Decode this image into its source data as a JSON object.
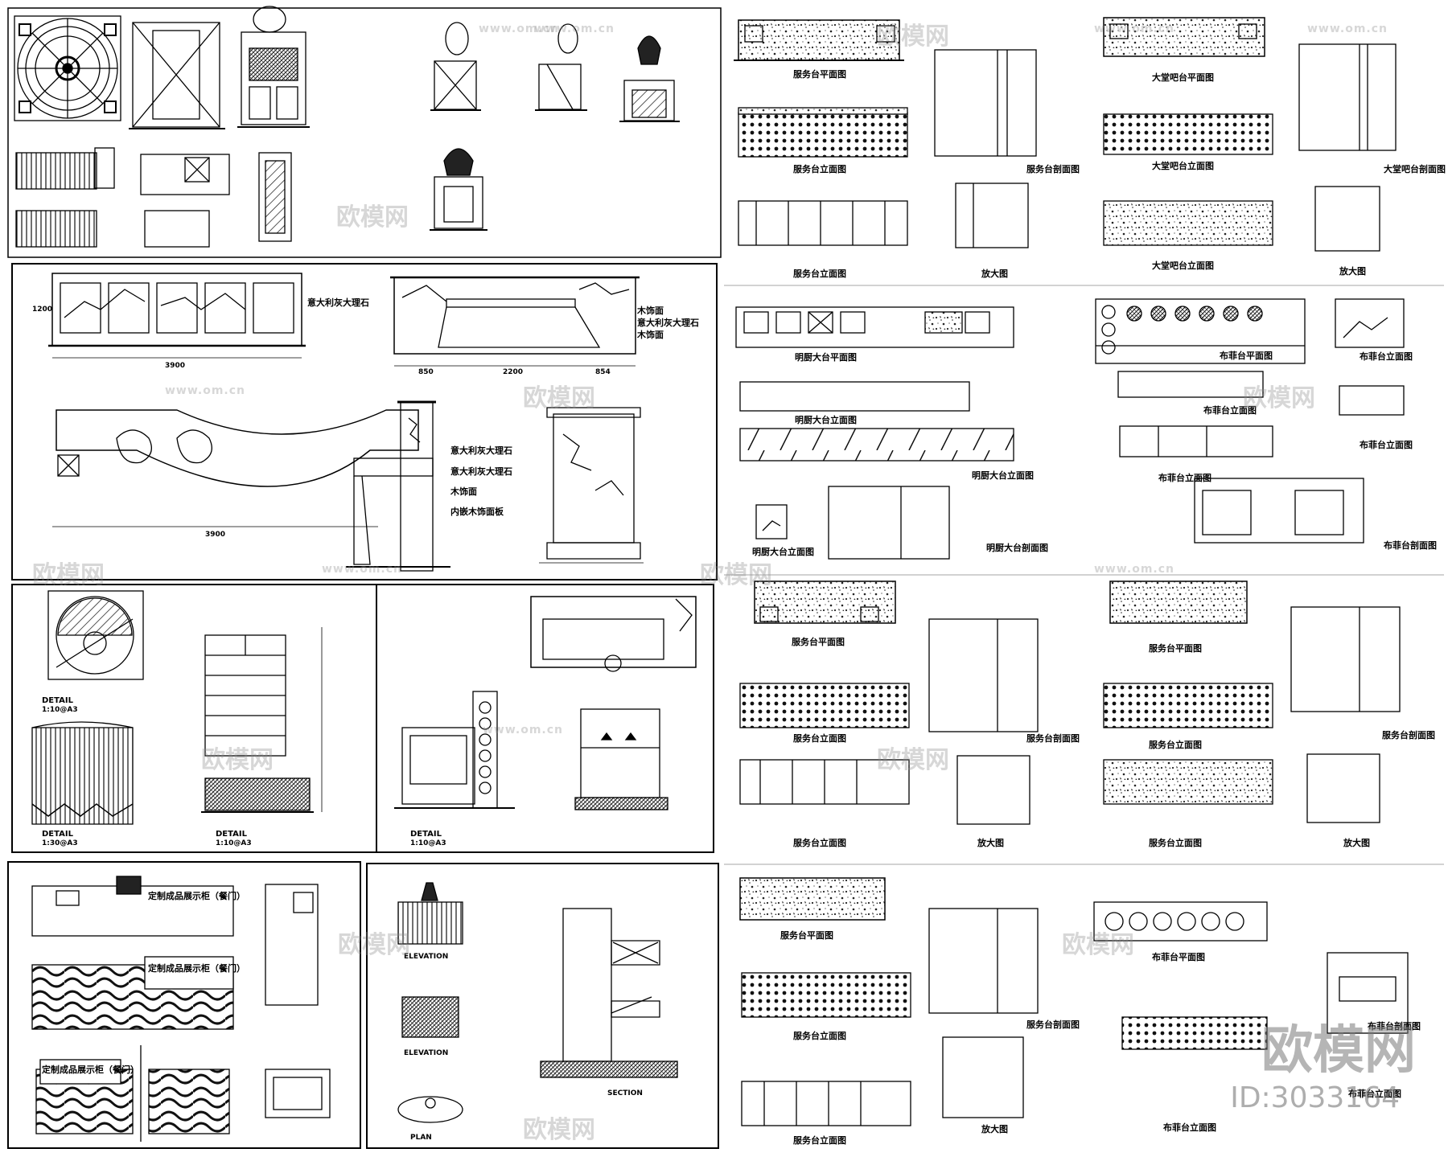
{
  "watermark": {
    "url": "www.om.cn",
    "brand": "欧模网",
    "id_label": "ID:3033164"
  },
  "panels": {
    "reception_marble": {
      "callouts": [
        "意大利灰大理石",
        "意大利灰大理石",
        "木饰面",
        "意大利灰大理石",
        "木饰面",
        "意大利灰大理石",
        "木饰面",
        "内嵌木饰面板"
      ],
      "dims": [
        "3900",
        "3900",
        "2200",
        "850",
        "854",
        "1200"
      ]
    },
    "detail_panel": {
      "titles": [
        "DETAIL",
        "DETAIL",
        "DETAIL",
        "DETAIL"
      ],
      "scales": [
        "1:10@A3",
        "1:30@A3",
        "1:10@A3",
        "1:10@A3"
      ]
    },
    "display_cabinet": {
      "titles": [
        "定制成品展示柜（餐门）",
        "定制成品展示柜（餐门）",
        "定制成品展示柜（餐门）"
      ]
    },
    "furniture": {
      "labels": [
        "ELEVATION",
        "ELEVATION",
        "PLAN",
        "SECTION"
      ]
    },
    "service_sheets": {
      "plan_title": "服务台平面图",
      "elev_title": "服务台立面图",
      "section_title": "服务台剖面图",
      "enlarge_title": "放大图",
      "lobby_plan": "大堂吧台平面图",
      "lobby_elev": "大堂吧台立面图",
      "lobby_section": "大堂吧台剖面图",
      "kitchen_plan": "明厨大台平面图",
      "kitchen_elev": "明厨大台立面图",
      "kitchen_section": "明厨大台剖面图",
      "buffet_plan": "布菲台平面图",
      "buffet_elev": "布菲台立面图",
      "buffet_section": "布菲台剖面图"
    }
  }
}
